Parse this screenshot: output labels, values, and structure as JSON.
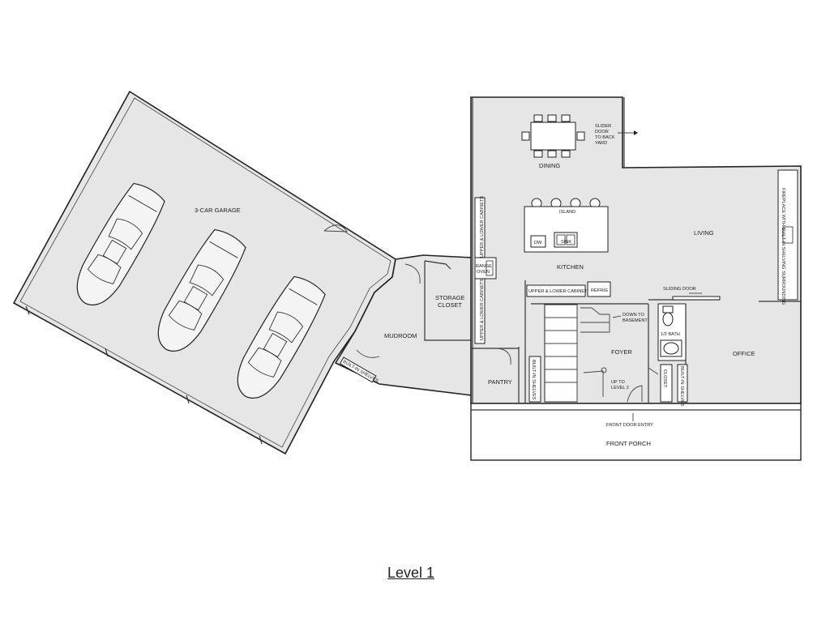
{
  "plan": {
    "title": "Level 1",
    "rooms": {
      "garage": "3-CAR GARAGE",
      "mudroom": "MUDROOM",
      "storage_closet_line1": "STORAGE",
      "storage_closet_line2": "CLOSET",
      "built_in_shelves_mudroom": "BUILT-IN SHELVES",
      "dining": "DINING",
      "slider_door": [
        "SLIDER",
        "DOOR",
        "TO BACK",
        "YARD"
      ],
      "kitchen": "KITCHEN",
      "island": "ISLAND",
      "dw": "DW",
      "sink": "SINK",
      "range_oven": [
        "RANGE",
        "OVEN"
      ],
      "upper_lower_cabinets_vertical": "UPPER & LOWER CABINETS",
      "upper_lower_cabinets_horizontal": "UPPER & LOWER CABINETS",
      "upper_lower_cabinets_vertical_2": "UPPER & LOWER CABINETS",
      "refrig": "REFRIG",
      "living": "LIVING",
      "fireplace": "FIREPLACE WITH BUILT-IN SHELVING SURROUNDING",
      "sliding_door": "SLIDING DOOR",
      "down_to_basement": [
        "DOWN TO",
        "BASEMENT"
      ],
      "half_bath": "1/2 BATH",
      "foyer": "FOYER",
      "office": "OFFICE",
      "pantry": "PANTRY",
      "built_in_shelves_pantry": "BUILT-IN SHELVES",
      "up_to_level2": [
        "UP TO",
        "LEVEL 2"
      ],
      "closet": "CLOSET",
      "built_in_shelves_office": "BUILT-IN SHELVES",
      "front_door_entry": "FRONT DOOR ENTRY",
      "front_porch": "FRONT PORCH"
    }
  }
}
